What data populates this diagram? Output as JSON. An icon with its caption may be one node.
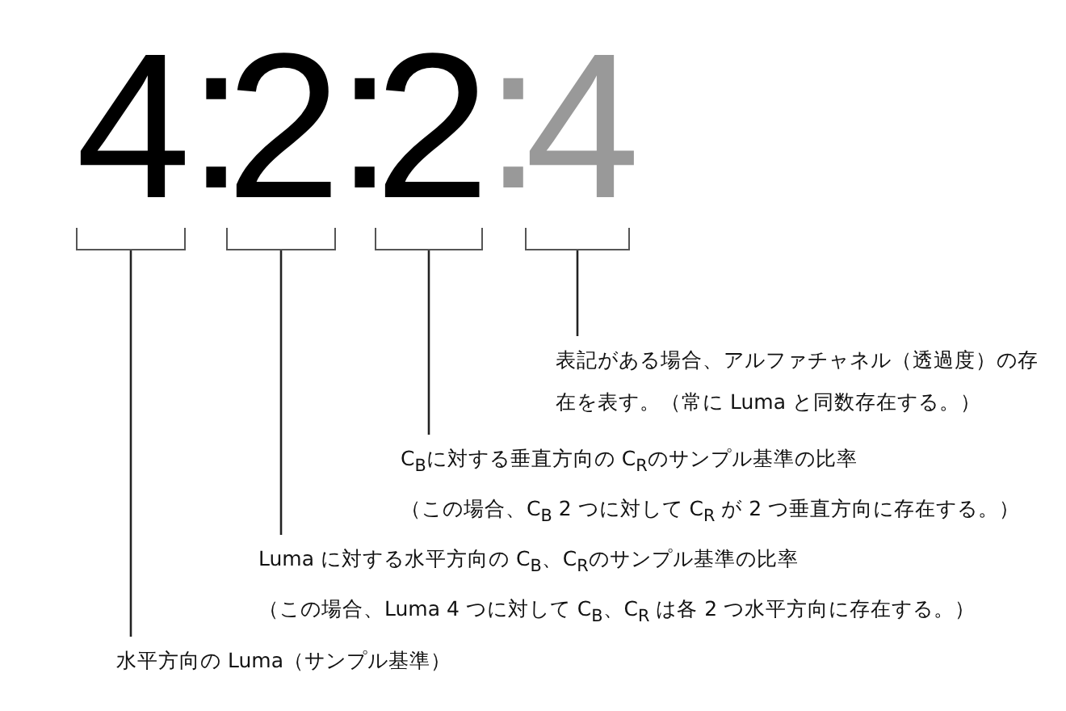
{
  "diagram": {
    "nodes": [
      {
        "text": [
          "4"
        ]
      },
      {
        "text": [
          "2"
        ]
      },
      {
        "text": [
          "2"
        ]
      },
      {
        "text": [
          "4"
        ]
      },
      {
        "text": [
          "表記がある場合、アルファチャネル（透過度）の存在を表す。（常に Luma と同数存在する。）"
        ]
      },
      {
        "text": [
          "C$_{B}$に対する垂直方向の C$_{R}$のサンプル基準の比率",
          "（この場合、C$_{B}$ 2 つに対して C$_{R}$ が 2 つ垂直方向に存在する。）"
        ]
      },
      {
        "text": [
          "Luma に対する水平方向の C$_{B}$、C$_{R}$のサンプル基準の比率",
          "（この場合、Luma 4 つに対して C$_{B}$、C$_{R}$ は各 2 つ水平方向に存在する。）"
        ]
      },
      {
        "text": [
          "水平方向の Luma（サンプル基準）"
        ]
      }
    ],
    "edges": [
      {
        "from": 4,
        "to": 3,
        "arrow": "none"
      },
      {
        "from": 5,
        "to": 2,
        "arrow": "none"
      },
      {
        "from": 6,
        "to": 1,
        "arrow": "none"
      },
      {
        "from": 7,
        "to": 0,
        "arrow": "none"
      }
    ],
    "labels": [
      ":",
      ":",
      ":"
    ]
  }
}
